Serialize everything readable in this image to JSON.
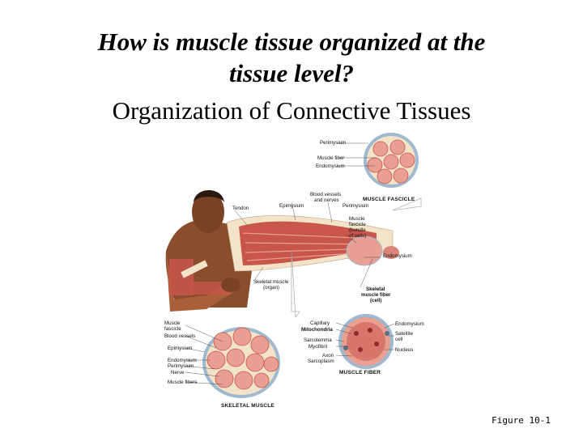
{
  "slide": {
    "title_line1": "How is muscle tissue organized at the",
    "title_line2": "tissue level?",
    "subtitle": "Organization of Connective Tissues",
    "figure_caption": "Figure 10-1"
  },
  "diagram": {
    "labels": {
      "perimysium_top": "Perimysium",
      "muscle_fiber": "Muscle fiber",
      "endomysium_top": "Endomysium",
      "blood_vessels_nerves_1": "Blood vessels",
      "blood_vessels_nerves_2": "and nerves",
      "muscle_fascicle_caption": "MUSCLE FASCICLE",
      "tendon": "Tendon",
      "epimysium_mid": "Epimysium",
      "perimysium_mid": "Perimysium",
      "muscle_fascicle_1": "Muscle",
      "muscle_fascicle_2": "fascicle",
      "muscle_fascicle_3": "(bundle",
      "muscle_fascicle_4": "of cells)",
      "endomysium_mid": "Endomysium",
      "skeletal_muscle_organ_1": "Skeletal muscle",
      "skeletal_muscle_organ_2": "(organ)",
      "skeletal_muscle_fiber_1": "Skeletal",
      "skeletal_muscle_fiber_2": "muscle fiber",
      "skeletal_muscle_fiber_3": "(cell)",
      "muscle_fascicle_left_1": "Muscle",
      "muscle_fascicle_left_2": "fascicle",
      "blood_vessels_left": "Blood vessels",
      "epimysium_left": "Epimysium",
      "endomysium_left": "Endomysium",
      "perimysium_left": "Perimysium",
      "nerve_left": "Nerve",
      "muscle_fibers_left": "Muscle fibers",
      "skeletal_muscle_caption": "SKELETAL MUSCLE",
      "capillary": "Capillary",
      "mitochondria": "Mitochondria",
      "sarcolemma": "Sarcolemma",
      "myofibril": "Myofibril",
      "axon": "Axon",
      "sarcoplasm": "Sarcoplasm",
      "endomysium_right": "Endomysium",
      "satellite_cell_1": "Satellite",
      "satellite_cell_2": "cell",
      "nucleus": "Nucleus",
      "muscle_fiber_caption": "MUSCLE FIBER"
    },
    "colors": {
      "muscle_red": "#c8564b",
      "muscle_pink": "#e9a093",
      "sheath_cream": "#f3e3c9",
      "skin_brown": "#8a4e2c",
      "sheath_blue": "#9fb9cf"
    }
  }
}
